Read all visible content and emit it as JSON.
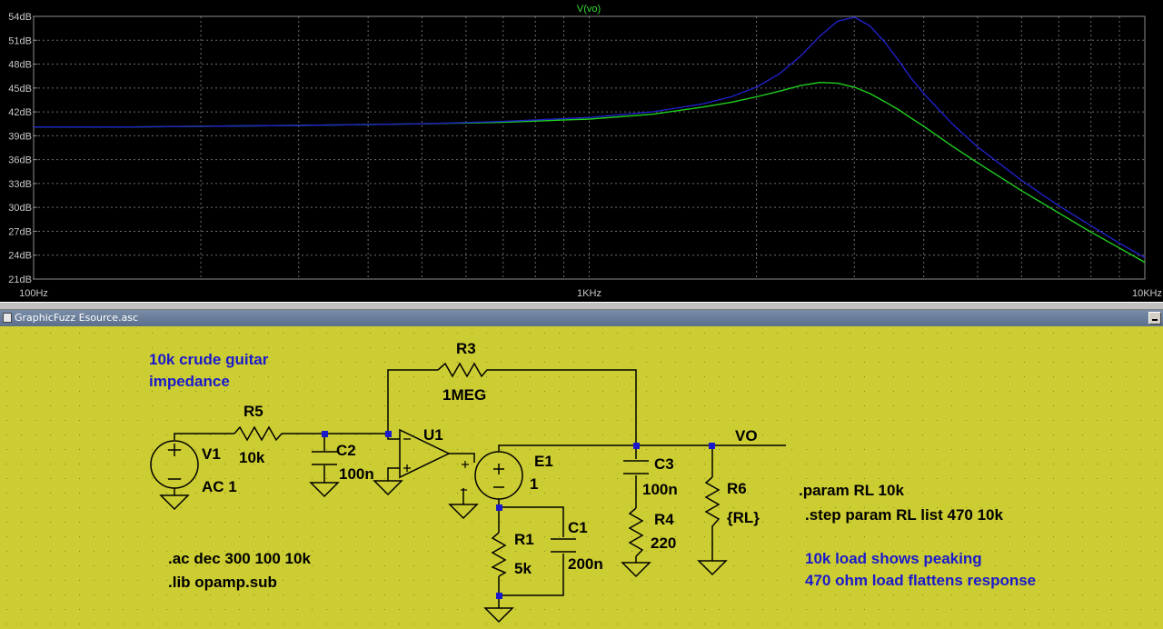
{
  "plot": {
    "trace_title": "V(vo)",
    "y_ticks": [
      "54dB",
      "51dB",
      "48dB",
      "45dB",
      "42dB",
      "39dB",
      "36dB",
      "33dB",
      "30dB",
      "27dB",
      "24dB",
      "21dB"
    ],
    "x_ticks": [
      "100Hz",
      "1KHz",
      "10KHz"
    ],
    "colors": {
      "background": "#000000",
      "grid": "#6e6e6e",
      "trace_10k": "#2020c8",
      "trace_470": "#20d020"
    },
    "chart_data": {
      "type": "line",
      "xscale": "log",
      "xlim": [
        100,
        10000
      ],
      "ylim": [
        21,
        54
      ],
      "grid": true,
      "series": [
        {
          "x": [
            100,
            150,
            200,
            300,
            500,
            700,
            1000,
            1300,
            1600,
            1800,
            2000,
            2200,
            2400,
            2600,
            2800,
            3000,
            3200,
            3400,
            3600,
            3800,
            4000,
            4500,
            5000,
            6000,
            7000,
            8000,
            9000,
            10000
          ],
          "y": [
            40.1,
            40.1,
            40.2,
            40.3,
            40.5,
            40.8,
            41.3,
            42.0,
            43.0,
            43.9,
            45.1,
            46.8,
            49.0,
            51.5,
            53.4,
            53.9,
            52.8,
            50.8,
            48.5,
            46.2,
            44.3,
            40.5,
            37.6,
            33.4,
            30.2,
            27.7,
            25.5,
            23.7
          ]
        },
        {
          "x": [
            100,
            150,
            200,
            300,
            500,
            700,
            1000,
            1300,
            1600,
            1800,
            2000,
            2200,
            2400,
            2600,
            2800,
            3000,
            3200,
            3400,
            3600,
            3800,
            4000,
            4500,
            5000,
            6000,
            7000,
            8000,
            9000,
            10000
          ],
          "y": [
            40.1,
            40.1,
            40.2,
            40.3,
            40.5,
            40.7,
            41.1,
            41.7,
            42.6,
            43.2,
            43.9,
            44.6,
            45.3,
            45.7,
            45.6,
            45.1,
            44.3,
            43.3,
            42.3,
            41.2,
            40.2,
            37.7,
            35.6,
            32.1,
            29.3,
            26.9,
            24.9,
            23.1
          ]
        }
      ]
    }
  },
  "window": {
    "title": "GraphicFuzz Esource.asc"
  },
  "schematic": {
    "comments": {
      "guitar_1": "10k crude guitar",
      "guitar_2": "impedance",
      "load_1": "10k load shows peaking",
      "load_2": "470 ohm load flattens response"
    },
    "directives": {
      "ac": ".ac dec 300 100 10k",
      "lib": ".lib opamp.sub",
      "param": ".param RL 10k",
      "step": ".step param RL list 470 10k"
    },
    "net_label": "VO",
    "components": {
      "V1": {
        "name": "V1",
        "value": "AC 1"
      },
      "R5": {
        "name": "R5",
        "value": "10k"
      },
      "C2": {
        "name": "C2",
        "value": "100n"
      },
      "R3": {
        "name": "R3",
        "value": "1MEG"
      },
      "U1": {
        "name": "U1"
      },
      "E1": {
        "name": "E1",
        "value": "1"
      },
      "R1": {
        "name": "R1",
        "value": "5k"
      },
      "C1": {
        "name": "C1",
        "value": "200n"
      },
      "C3": {
        "name": "C3",
        "value": "100n"
      },
      "R4": {
        "name": "R4",
        "value": "220"
      },
      "R6": {
        "name": "R6",
        "value": "{RL}"
      }
    }
  }
}
